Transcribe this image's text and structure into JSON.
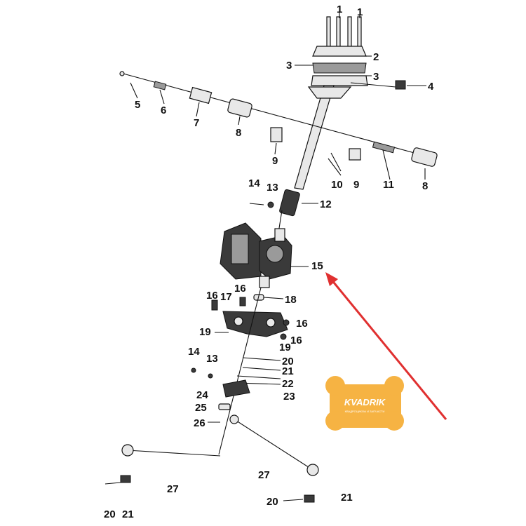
{
  "callouts": [
    {
      "id": "c1a",
      "text": "1"
    },
    {
      "id": "c1b",
      "text": "1"
    },
    {
      "id": "c2",
      "text": "2"
    },
    {
      "id": "c3a",
      "text": "3"
    },
    {
      "id": "c3b",
      "text": "3"
    },
    {
      "id": "c4",
      "text": "4"
    },
    {
      "id": "c5",
      "text": "5"
    },
    {
      "id": "c6",
      "text": "6"
    },
    {
      "id": "c7",
      "text": "7"
    },
    {
      "id": "c8a",
      "text": "8"
    },
    {
      "id": "c8b",
      "text": "8"
    },
    {
      "id": "c9a",
      "text": "9"
    },
    {
      "id": "c9b",
      "text": "9"
    },
    {
      "id": "c10",
      "text": "10"
    },
    {
      "id": "c11",
      "text": "11"
    },
    {
      "id": "c12",
      "text": "12"
    },
    {
      "id": "c13a",
      "text": "13"
    },
    {
      "id": "c13b",
      "text": "13"
    },
    {
      "id": "c14a",
      "text": "14"
    },
    {
      "id": "c14b",
      "text": "14"
    },
    {
      "id": "c15",
      "text": "15"
    },
    {
      "id": "c16a",
      "text": "16"
    },
    {
      "id": "c16b",
      "text": "16"
    },
    {
      "id": "c16c",
      "text": "16"
    },
    {
      "id": "c16d",
      "text": "16"
    },
    {
      "id": "c17",
      "text": "17"
    },
    {
      "id": "c18",
      "text": "18"
    },
    {
      "id": "c19a",
      "text": "19"
    },
    {
      "id": "c19b",
      "text": "19"
    },
    {
      "id": "c20a",
      "text": "20"
    },
    {
      "id": "c20b",
      "text": "20"
    },
    {
      "id": "c20c",
      "text": "20"
    },
    {
      "id": "c21a",
      "text": "21"
    },
    {
      "id": "c21b",
      "text": "21"
    },
    {
      "id": "c21c",
      "text": "21"
    },
    {
      "id": "c22",
      "text": "22"
    },
    {
      "id": "c23",
      "text": "23"
    },
    {
      "id": "c24",
      "text": "24"
    },
    {
      "id": "c25",
      "text": "25"
    },
    {
      "id": "c26",
      "text": "26"
    },
    {
      "id": "c27a",
      "text": "27"
    },
    {
      "id": "c27b",
      "text": "27"
    }
  ],
  "watermark": {
    "brand": "KVADRIK",
    "tagline": "КВАДРОЦИКЛЫ И ЗАПЧАСТИ",
    "color": "#f5a623"
  },
  "highlight_arrow": {
    "color": "#e03030",
    "target_part": "15"
  }
}
